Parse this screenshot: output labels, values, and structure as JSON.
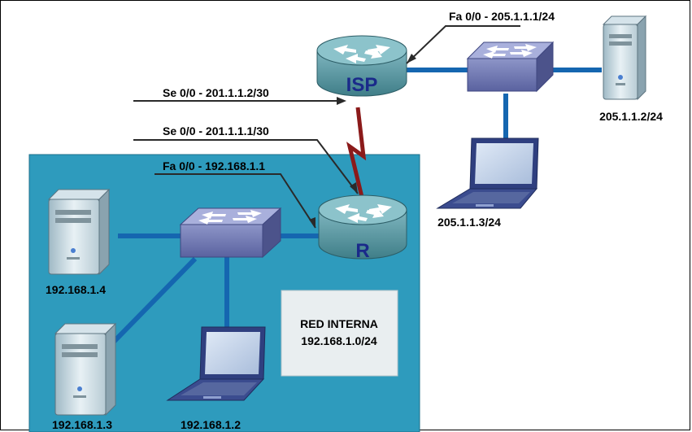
{
  "labels": {
    "isp_fa": "Fa 0/0 - 205.1.1.1/24",
    "isp_se": "Se 0/0 - 201.1.1.2/30",
    "r_se": "Se 0/0 - 201.1.1.1/30",
    "r_fa": "Fa 0/0 - 192.168.1.1",
    "server_top": "205.1.1.2/24",
    "laptop_top": "205.1.1.3/24",
    "server_14": "192.168.1.4",
    "server_13": "192.168.1.3",
    "laptop_12": "192.168.1.2"
  },
  "routers": {
    "isp": "ISP",
    "r": "R"
  },
  "internal_network": {
    "line1": "RED INTERNA",
    "line2": "192.168.1.0/24"
  },
  "colors": {
    "lan_area": "#2e9bbd",
    "link": "#1566b0",
    "serial_link": "#8b1a1a",
    "router": "#4f8f99",
    "switch": "#6c74b0",
    "label_box": "#e9eef0"
  }
}
